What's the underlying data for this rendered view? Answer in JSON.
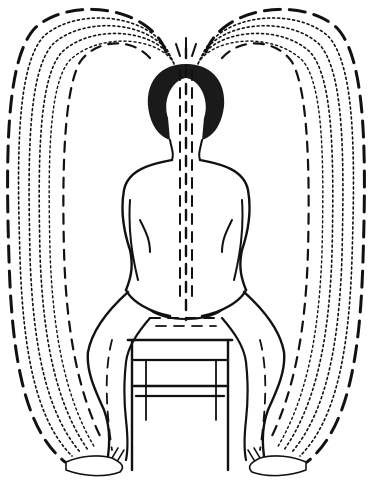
{
  "illustration": {
    "subject": "seated-figure-energy-circuit",
    "ink_color": "#111111",
    "paper_color": "#ffffff",
    "energy_loop_count": 2,
    "spine_flow_lines": 3
  }
}
